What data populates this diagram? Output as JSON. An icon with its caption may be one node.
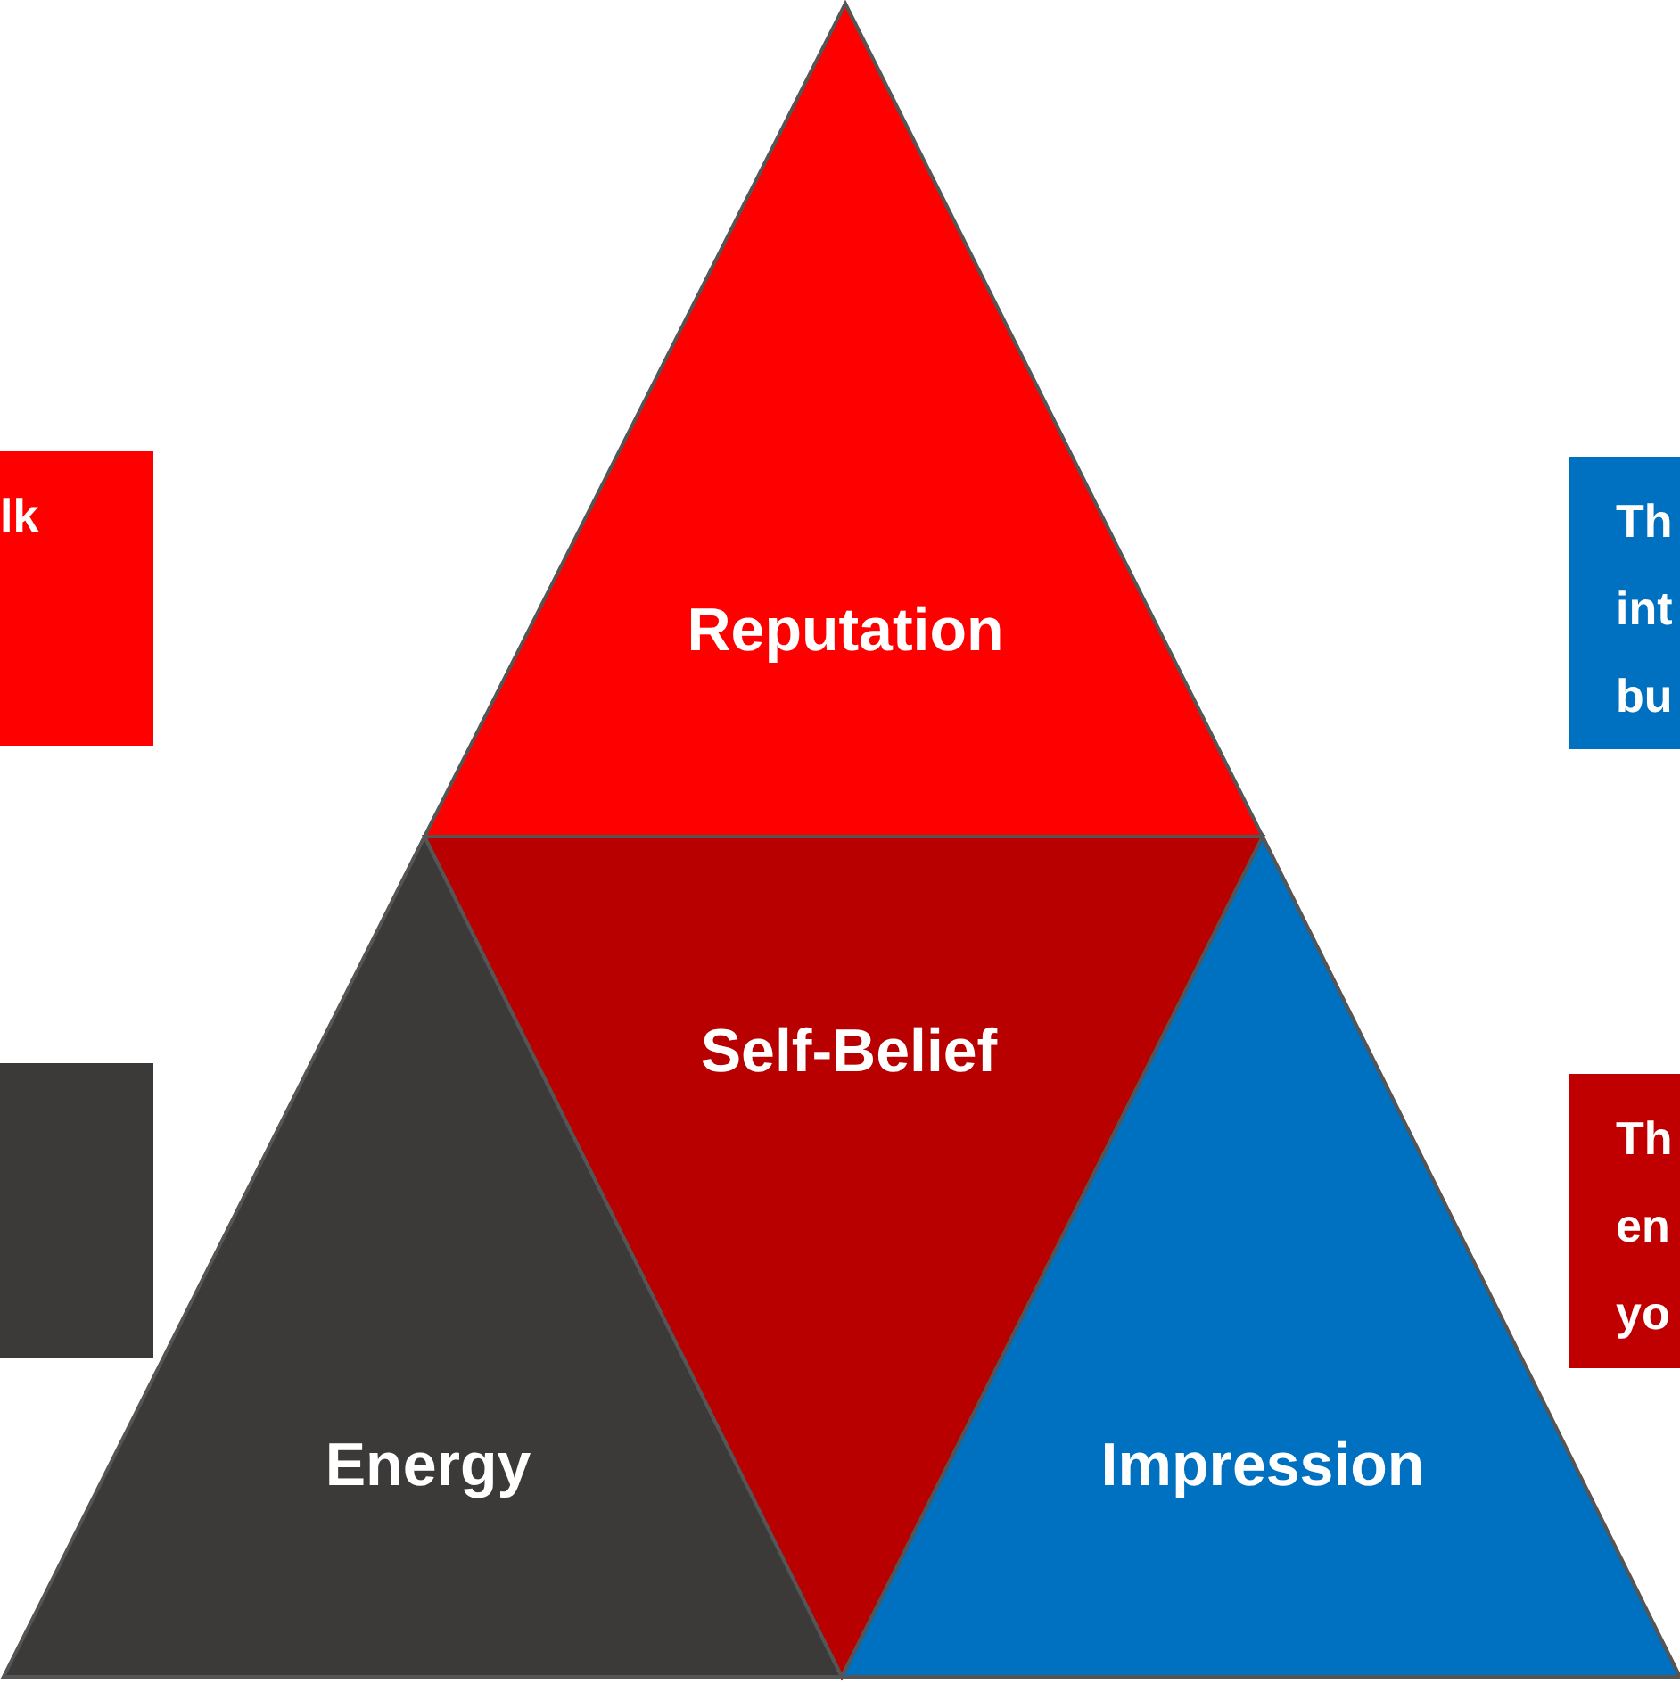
{
  "diagram": {
    "nodes": [
      {
        "text": [
          "Reputation"
        ]
      },
      {
        "text": [
          "Self-Belief"
        ]
      },
      {
        "text": [
          "Energy"
        ]
      },
      {
        "text": [
          "Impression"
        ]
      },
      {
        "text": [
          "lk"
        ]
      },
      {
        "text": [],
        "shape": "box"
      },
      {
        "text": [
          "Th int bu"
        ]
      },
      {
        "text": [
          "Th en yo"
        ]
      }
    ],
    "edges": []
  }
}
